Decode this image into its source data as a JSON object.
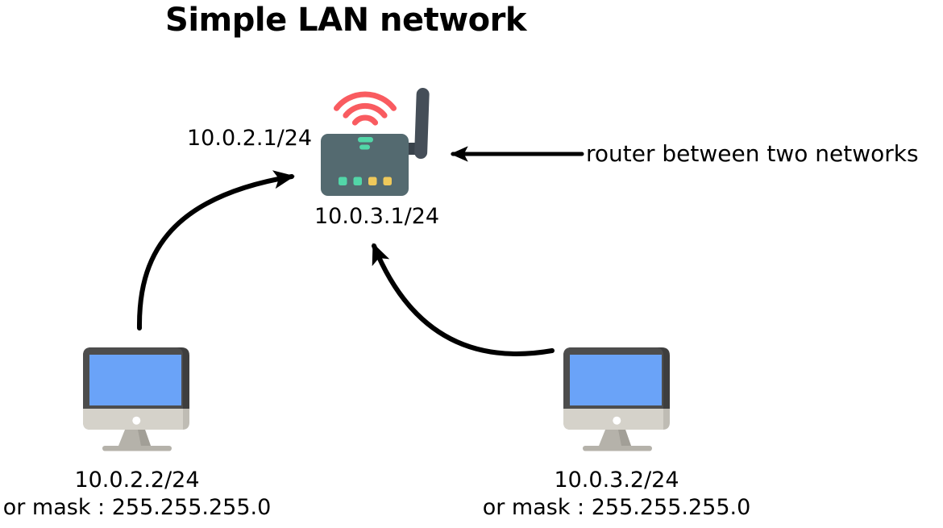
{
  "title": "Simple LAN network",
  "router": {
    "icon": "wireless-router-icon",
    "ip_left": "10.0.2.1/24",
    "ip_bottom": "10.0.3.1/24",
    "annotation": "router between two networks"
  },
  "computers": [
    {
      "name": "left-computer",
      "icon": "desktop-computer-icon",
      "ip": "10.0.2.2/24",
      "mask_note": "or mask : 255.255.255.0"
    },
    {
      "name": "right-computer",
      "icon": "desktop-computer-icon",
      "ip": "10.0.3.2/24",
      "mask_note": "or mask : 255.255.255.0"
    }
  ],
  "colors": {
    "background": "#ffffff",
    "text": "#000000",
    "arrow": "#000000",
    "router_body": "#546A70",
    "router_antenna": "#454E58",
    "router_connector": "#39424B",
    "router_wifi": "#F95B60",
    "router_led_green": "#52D6A8",
    "router_led_yellow": "#EFC95B",
    "screen_blue": "#6AA3F8",
    "frame_gray": "#4D4D4D",
    "frame_gray_dark": "#3E3E3E",
    "chin_light": "#D5D2CA",
    "chin_dark": "#BFBCB4",
    "stand_gray": "#B5B2AA",
    "stand_gray_dark": "#A29F97",
    "camera_dot": "#FFFFFF"
  }
}
